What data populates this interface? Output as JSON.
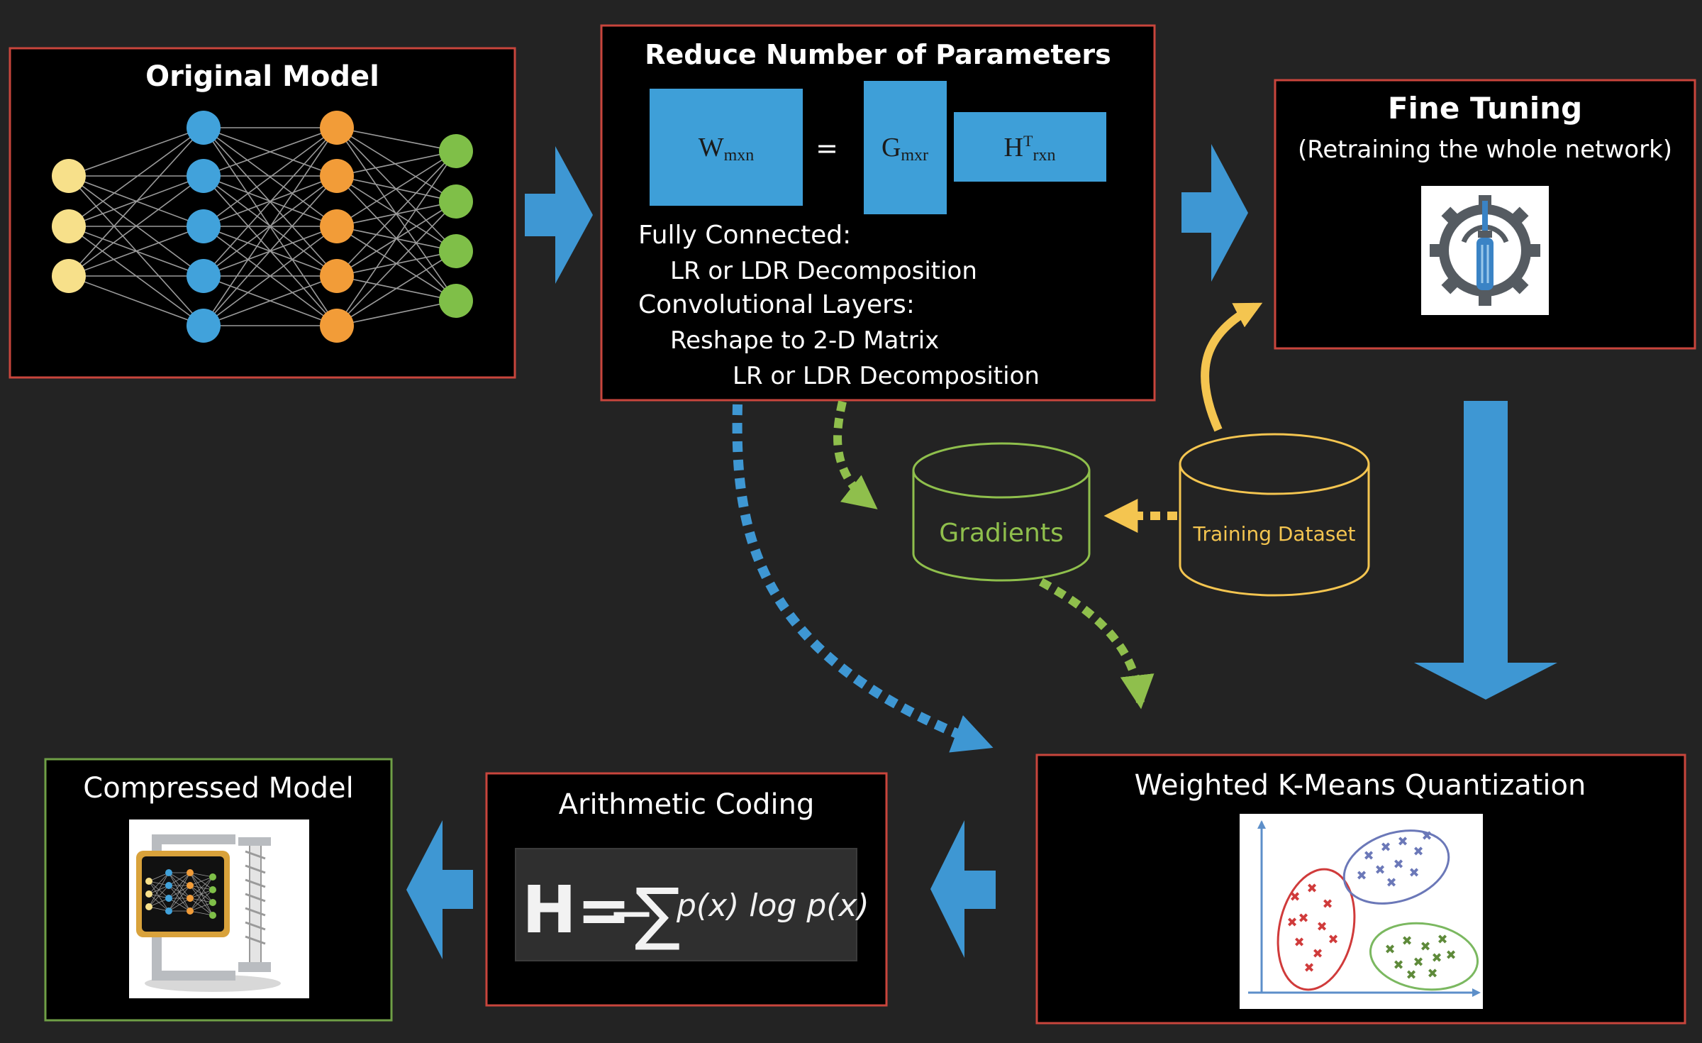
{
  "colors": {
    "background": "#232323",
    "box_fill": "#000000",
    "box_border_red": "#c8453c",
    "box_border_green": "#6f9f46",
    "arrow_blue": "#3e97d3",
    "dotted_green": "#8fbf4c",
    "dotted_yellow": "#f4c550",
    "matrix_blue": "#3e9fd8",
    "node_yellow": "#f7e08a",
    "node_blue": "#41a2db",
    "node_orange": "#f29c38",
    "node_green": "#7fbf48"
  },
  "original_model": {
    "title": "Original Model"
  },
  "reduce_params": {
    "title": "Reduce Number of Parameters",
    "eq_w": "W",
    "eq_w_sub": "mxn",
    "eq_equals": "=",
    "eq_g": "G",
    "eq_g_sub": "mxr",
    "eq_h": "H",
    "eq_h_sup": "T",
    "eq_h_sub": "rxn",
    "line1": "Fully Connected:",
    "line2": "LR or LDR Decomposition",
    "line3": "Convolutional Layers:",
    "line4": "Reshape to 2-D Matrix",
    "line5": "LR or LDR Decomposition"
  },
  "fine_tuning": {
    "title": "Fine Tuning",
    "subtitle": "(Retraining the whole network)",
    "icon": "gear-screwdriver-icon"
  },
  "gradients": {
    "label": "Gradients"
  },
  "training_dataset": {
    "label": "Training Dataset"
  },
  "kmeans": {
    "title": "Weighted K-Means Quantization",
    "icon": "cluster-plot-icon"
  },
  "arith": {
    "title": "Arithmetic Coding",
    "formula_h": "H=",
    "formula_minus": "−",
    "formula_sigma": "∑",
    "formula_rest": "p(x) log p(x)"
  },
  "compressed": {
    "title": "Compressed Model",
    "icon": "compression-clamp-icon"
  }
}
